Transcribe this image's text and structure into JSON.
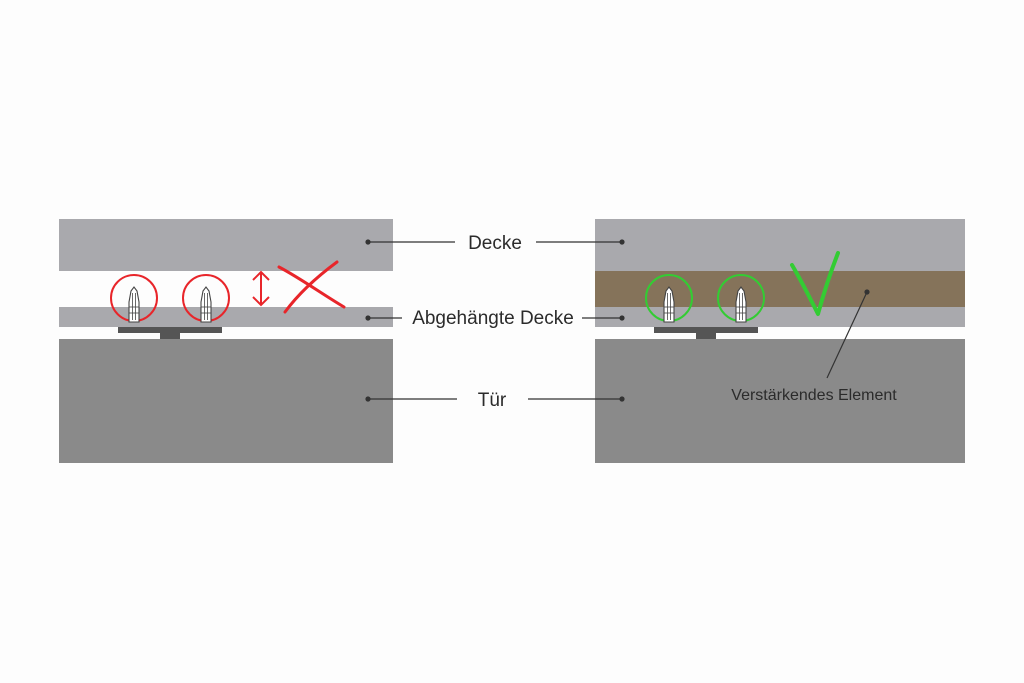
{
  "labels": {
    "ceiling": "Decke",
    "suspended_ceiling": "Abgehängte Decke",
    "door": "Tür",
    "reinforcing_element": "Verstärkendes Element"
  },
  "colors": {
    "background": "#fdfdfd",
    "ceiling": "#a9a9ad",
    "door": "#8a8a8a",
    "reinforcement": "#85735a",
    "rail": "#555555",
    "wrong_mark": "#e8252a",
    "right_mark": "#33cc33",
    "leader_line": "#333333"
  },
  "icons": {
    "wrong": "red-cross-mark-icon",
    "right": "green-check-mark-icon",
    "gap": "double-arrow-vertical-icon",
    "anchor": "wall-plug-anchor-icon"
  }
}
